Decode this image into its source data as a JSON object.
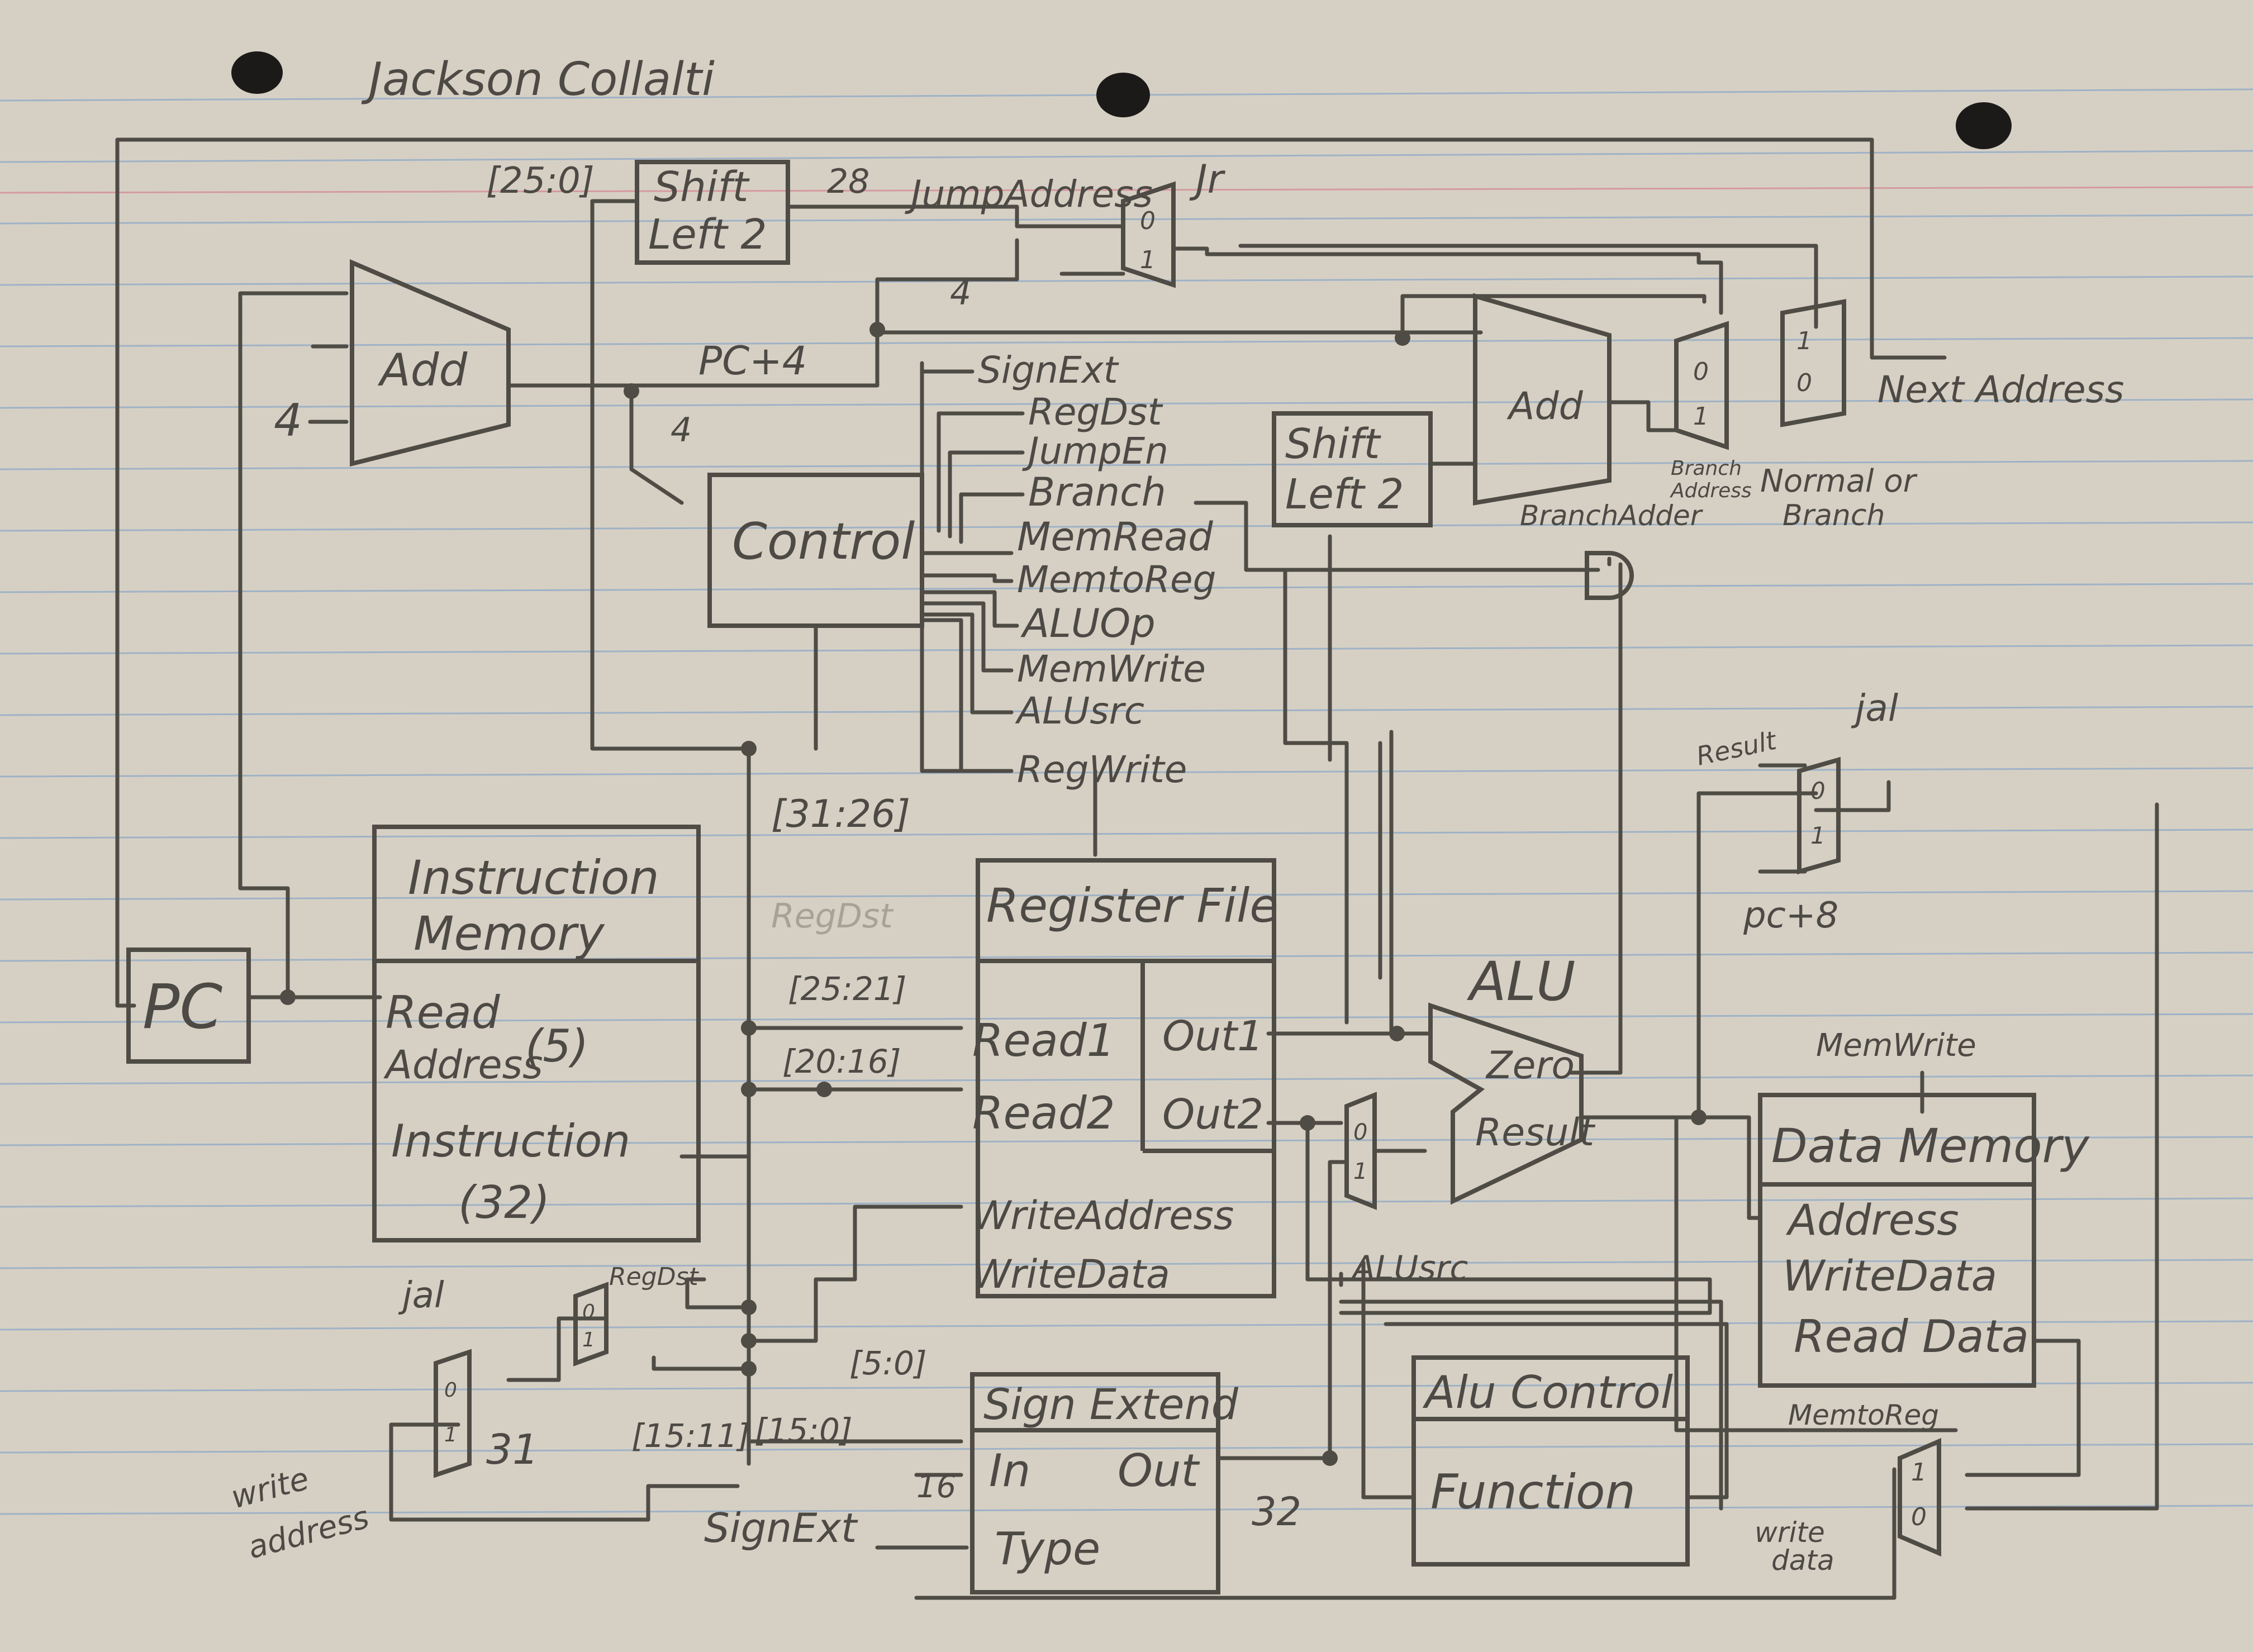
{
  "author": "Jackson Collalti",
  "blocks": {
    "pc": "PC",
    "add_pc": "Add",
    "const_4": "4",
    "shift_top_line1": "Shift",
    "shift_top_line2": "Left 2",
    "shift_mid_line1": "Shift",
    "shift_mid_line2": "Left 2",
    "add_branch": "Add",
    "control": "Control",
    "imem_title_line1": "Instruction",
    "imem_title_line2": "Memory",
    "imem_read": "Read",
    "imem_address": "Address",
    "imem_address_width": "(5)",
    "imem_instruction": "Instruction",
    "imem_instruction_width": "(32)",
    "regfile_title": "Register File",
    "regfile_read1": "Read1",
    "regfile_read2": "Read2",
    "regfile_out1": "Out1",
    "regfile_out2": "Out2",
    "regfile_write_address": "WriteAddress",
    "regfile_write_data": "WriteData",
    "alu_title": "ALU",
    "alu_zero": "Zero",
    "alu_result": "Result",
    "dmem_title": "Data Memory",
    "dmem_address": "Address",
    "dmem_write_data": "WriteData",
    "dmem_read_data": "Read Data",
    "signext_title": "Sign Extend",
    "signext_in": "In",
    "signext_out": "Out",
    "signext_type": "Type",
    "alucontrol_title": "Alu Control",
    "alucontrol_function": "Function"
  },
  "control_signals": [
    "SignExt",
    "RegDst",
    "JumpEn",
    "Branch",
    "MemRead",
    "MemtoReg",
    "ALUOp",
    "MemWrite",
    "ALUsrc",
    "RegWrite"
  ],
  "labels": {
    "bits_25_0": "[25:0]",
    "bits_31_26": "[31:26]",
    "bits_25_21": "[25:21]",
    "bits_20_16": "[20:16]",
    "bits_15_11": "[15:11]",
    "bits_15_0": "[15:0]",
    "bits_5_0": "[5:0]",
    "width_28": "28",
    "width_4a": "4",
    "width_4b": "4",
    "width_16": "16",
    "width_32": "32",
    "jump_address": "JumpAddress",
    "jr": "Jr",
    "pc_plus_4": "PC+4",
    "next_address": "Next Address",
    "normal_or_line1": "Normal or",
    "normal_or_line2": "Branch",
    "branch_address_line1": "Branch",
    "branch_address_line2": "Address",
    "branch_adder": "BranchAdder",
    "result": "Result",
    "jal_top": "jal",
    "pc_plus_8": "pc+8",
    "memwrite": "MemWrite",
    "memtoreg": "MemtoReg",
    "write_data": "write",
    "write_data2": "data",
    "alusrc": "ALUsrc",
    "regdst_small": "RegDst",
    "regdst_faint": "RegDst",
    "jal_bottom": "jal",
    "const_31": "31",
    "write_address_line1": "write",
    "write_address_line2": "address",
    "signext_input": "SignExt",
    "mux_0": "0",
    "mux_1": "1"
  }
}
